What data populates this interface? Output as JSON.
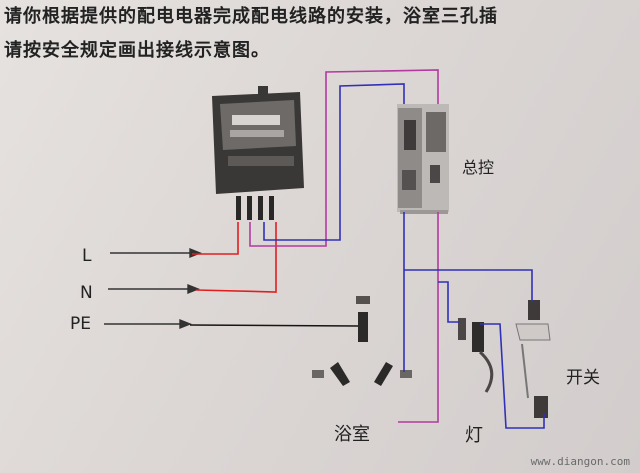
{
  "question": {
    "line1": "请你根据提供的配电电器完成配电线路的安装，浴室三孔插",
    "line2": "请按安全规定画出接线示意图。"
  },
  "labels": {
    "L": "L",
    "N": "N",
    "PE": "PE",
    "main_switch": "总控",
    "socket": "浴室",
    "lamp": "灯",
    "switch": "开关"
  },
  "watermark": "www.diangon.com",
  "colors": {
    "live": "#e02020",
    "neutral": "#3030b8",
    "phase_path": "#b33aa0",
    "earth": "#151515"
  }
}
